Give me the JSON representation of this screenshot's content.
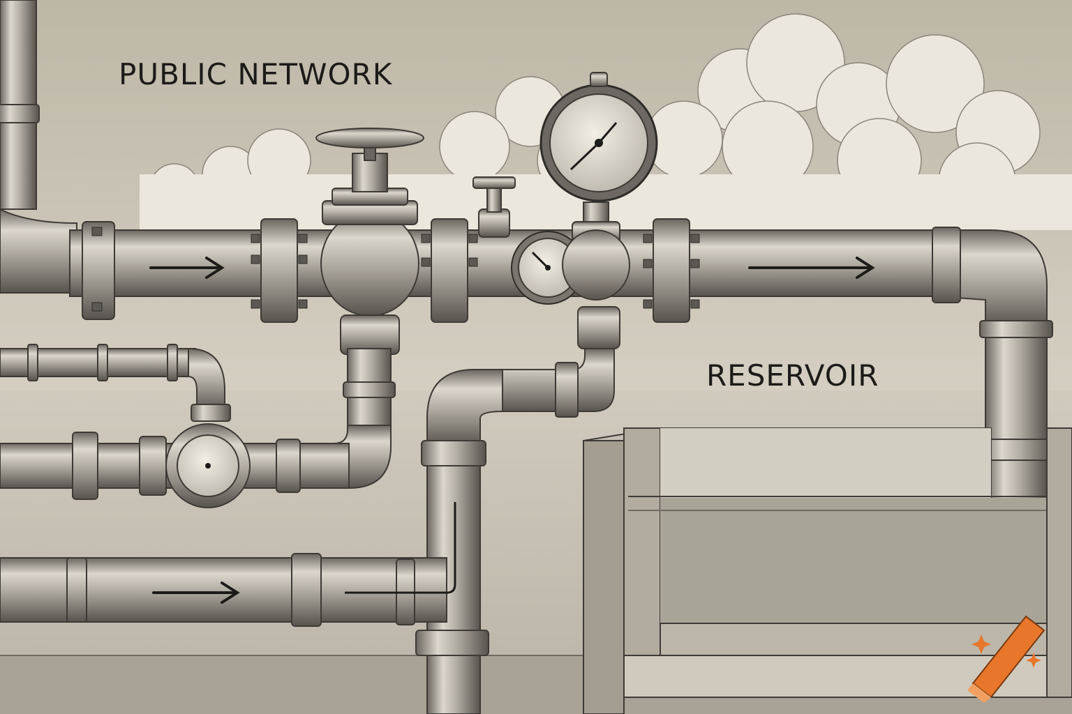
{
  "labels": {
    "public_network": "PUBLIC NETWORK",
    "reservoir": "RESERVOIR"
  },
  "icons": {
    "flow_arrow": "arrow-right",
    "logo": "crayon-logo"
  },
  "colors": {
    "paper": "#d9d4c7",
    "sky": "#cfc9ba",
    "cloud": "#ece8dd",
    "pipe_light": "#cfcac0",
    "pipe_mid": "#9e998f",
    "pipe_dark": "#5f5b55",
    "ink": "#1c1b18",
    "water": "#a9a498",
    "logo_orange": "#e8762b"
  }
}
